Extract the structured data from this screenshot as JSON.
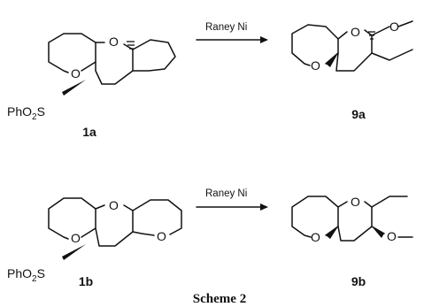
{
  "atoms": {
    "oxygen": "O",
    "substituent": "PhO",
    "substituent_sub": "2",
    "substituent_end": "S"
  },
  "reactions": [
    {
      "reagent": "Raney Ni",
      "reactant": "1a",
      "product": "9a"
    },
    {
      "reagent": "Raney Ni",
      "reactant": "1b",
      "product": "9b"
    }
  ],
  "caption": "Scheme 2"
}
